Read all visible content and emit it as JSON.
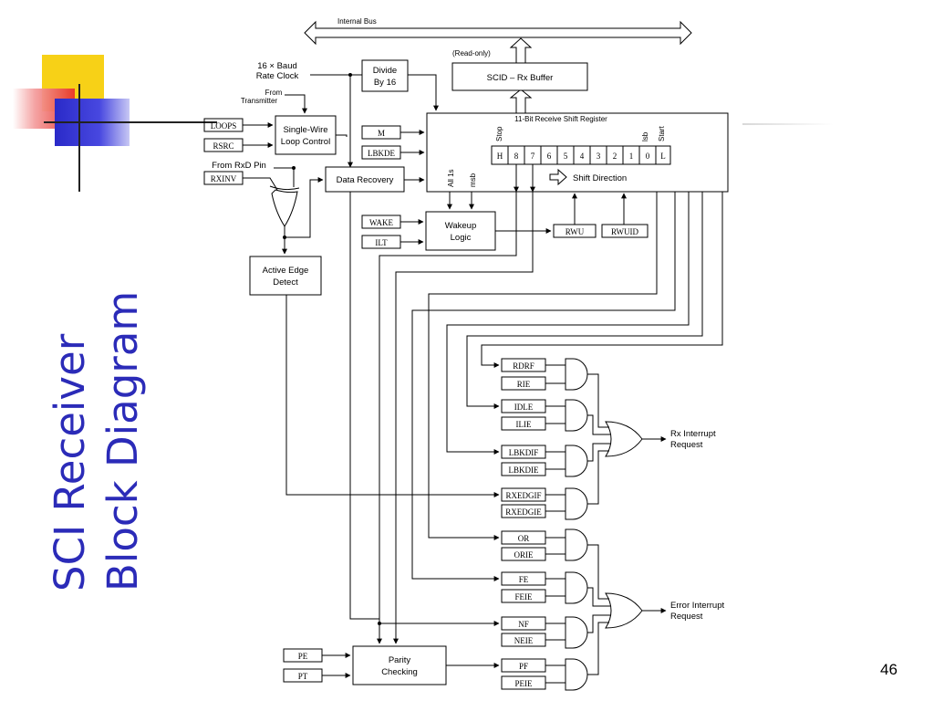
{
  "slide": {
    "title_line1": "SCI Receiver",
    "title_line2": "Block Diagram",
    "page_number": "46",
    "title_color": "#2b2bb8",
    "accent_colors": [
      "#f7d117",
      "#e8332a",
      "#3535d6"
    ]
  },
  "diagram": {
    "internal_bus": "Internal Bus",
    "read_only": "(Read-only)",
    "rx_buffer": "SCID – Rx Buffer",
    "baud_clock_line1": "16 × Baud",
    "baud_clock_line2": "Rate Clock",
    "divide_line1": "Divide",
    "divide_line2": "By 16",
    "from_transmitter_line1": "From",
    "from_transmitter_line2": "Transmitter",
    "loops": "LOOPS",
    "rsrc": "RSRC",
    "single_wire_line1": "Single-Wire",
    "single_wire_line2": "Loop Control",
    "from_rxd": "From RxD Pin",
    "rxinv": "RXINV",
    "m": "M",
    "lbkde": "LBKDE",
    "data_recovery": "Data Recovery",
    "shift_register_title": "11-Bit Receive Shift Register",
    "stop": "Stop",
    "lsb": "lsb",
    "start": "Start",
    "all_1s": "All 1s",
    "msb": "msb",
    "shift_cells": [
      "H",
      "8",
      "7",
      "6",
      "5",
      "4",
      "3",
      "2",
      "1",
      "0",
      "L"
    ],
    "shift_direction": "Shift Direction",
    "wake": "WAKE",
    "ilt": "ILT",
    "wakeup_line1": "Wakeup",
    "wakeup_line2": "Logic",
    "rwu": "RWU",
    "rwuid": "RWUID",
    "active_edge_line1": "Active Edge",
    "active_edge_line2": "Detect",
    "rx_flags": [
      "RDRF",
      "RIE",
      "IDLE",
      "ILIE",
      "LBKDIF",
      "LBKDIE",
      "RXEDGIF",
      "RXEDGIE"
    ],
    "err_flags": [
      "OR",
      "ORIE",
      "FE",
      "FEIE",
      "NF",
      "NEIE",
      "PF",
      "PEIE"
    ],
    "rx_interrupt_line1": "Rx Interrupt",
    "rx_interrupt_line2": "Request",
    "err_interrupt_line1": "Error Interrupt",
    "err_interrupt_line2": "Request",
    "pe": "PE",
    "pt": "PT",
    "parity_line1": "Parity",
    "parity_line2": "Checking"
  }
}
